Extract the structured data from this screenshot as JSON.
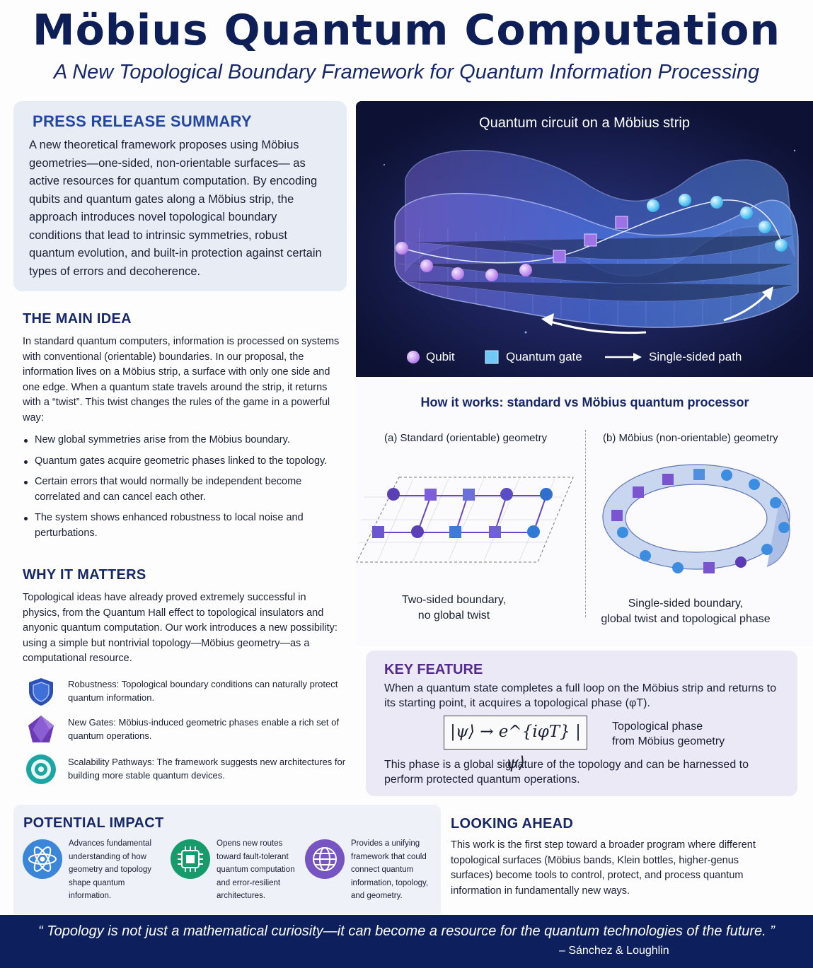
{
  "header": {
    "title": "Möbius Quantum Computation",
    "subtitle": "A New Topological Boundary Framework for Quantum Information Processing"
  },
  "press": {
    "heading": "PRESS RELEASE SUMMARY",
    "text": "A new theoretical framework proposes using Möbius geometries—one-sided, non-orientable surfaces— as active resources for quantum computation. By encoding qubits and quantum gates along a Möbius strip, the approach introduces novel topological boundary conditions that lead to intrinsic symmetries, robust quantum evolution, and built-in protection against certain types of errors and decoherence."
  },
  "main_idea": {
    "heading": "THE MAIN IDEA",
    "text": "In standard quantum computers, information is processed on systems with conventional (orientable) boundaries. In our proposal, the information lives on a Möbius strip, a surface with only one side and one edge. When a quantum state travels around the strip, it returns with a “twist”. This twist changes the rules of the game in a powerful way:",
    "bullets": [
      "New global symmetries arise from the Möbius boundary.",
      "Quantum gates acquire geometric phases linked to the topology.",
      "Certain errors that would normally be independent become correlated and can cancel each other.",
      "The system shows enhanced robustness to local noise and perturbations."
    ]
  },
  "why": {
    "heading": "WHY IT MATTERS",
    "text": "Topological ideas have already proved extremely successful in physics, from the Quantum Hall effect to topological insulators and anyonic quantum computation. Our work introduces a new possibility: using a simple but nontrivial topology—Möbius geometry—as a computational resource.",
    "features": [
      {
        "icon": "shield-icon",
        "text": "Robustness: Topological boundary conditions can naturally protect quantum information."
      },
      {
        "icon": "gem-icon",
        "text": "New Gates: Möbius-induced geometric phases enable a rich set of quantum operations."
      },
      {
        "icon": "target-icon",
        "text": "Scalability Pathways: The framework suggests new architectures for building more stable quantum devices."
      }
    ]
  },
  "hero": {
    "title": "Quantum circuit on a Möbius strip",
    "legend": {
      "qubit": "Qubit",
      "gate": "Quantum gate",
      "path": "Single-sided path"
    }
  },
  "how": {
    "title": "How it works: standard vs Möbius quantum processor",
    "a": {
      "label": "(a)  Standard (orientable) geometry",
      "desc1": "Two-sided boundary,",
      "desc2": "no global twist"
    },
    "b": {
      "label": "(b)  Möbius (non-orientable) geometry",
      "desc1": "Single-sided boundary,",
      "desc2": "global twist and topological phase"
    }
  },
  "key": {
    "heading": "KEY FEATURE",
    "text": "When a quantum state completes a full loop on the Möbius strip and returns to its starting point, it acquires a topological phase (φT).",
    "formula": "|ψ⟩ → e^{iφT} |ψ⟩",
    "note1": "Topological phase",
    "note2": "from Möbius geometry",
    "bottom": "This phase is a global signature of the topology and can be harnessed to perform protected quantum operations."
  },
  "impact": {
    "heading": "POTENTIAL IMPACT",
    "items": [
      {
        "icon": "atom-icon",
        "text": "Advances fundamental understanding of how geometry and topology shape quantum information."
      },
      {
        "icon": "chip-icon",
        "text": "Opens new routes toward fault-tolerant quantum computation and error-resilient architectures."
      },
      {
        "icon": "globe-icon",
        "text": "Provides a unifying framework that could connect quantum information, topology, and geometry."
      }
    ]
  },
  "ahead": {
    "heading": "LOOKING AHEAD",
    "text": "This work is the first step toward a broader program where different topological surfaces (Möbius bands, Klein bottles, higher-genus surfaces) become tools to control, protect, and process quantum information in fundamentally new ways."
  },
  "quote": {
    "text": "“ Topology is not just a mathematical curiosity—it can become a resource for the quantum technologies of the future. ”",
    "author": "– Sánchez & Loughlin"
  }
}
